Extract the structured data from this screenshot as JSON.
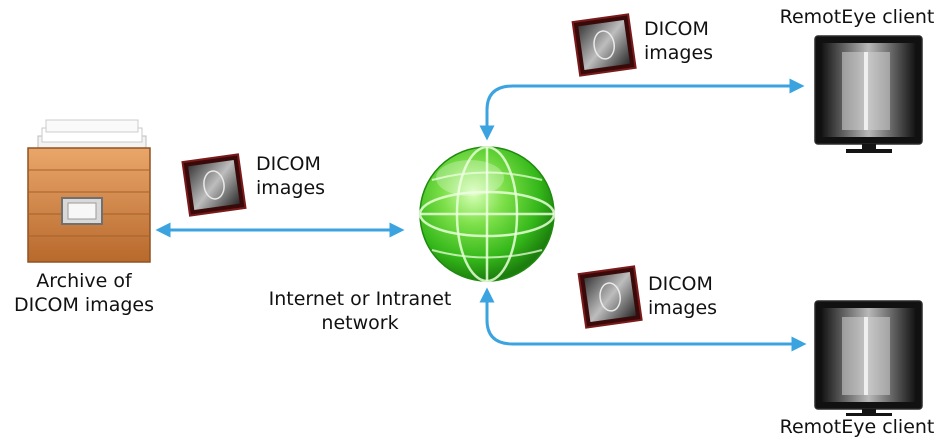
{
  "archive": {
    "label_line1": "Archive of",
    "label_line2": "DICOM images"
  },
  "network": {
    "label_line1": "Internet or Intranet",
    "label_line2": "network"
  },
  "transfers": {
    "left": {
      "line1": "DICOM",
      "line2": "images"
    },
    "top_right": {
      "line1": "DICOM",
      "line2": "images"
    },
    "bottom_right": {
      "line1": "DICOM",
      "line2": "images"
    }
  },
  "clients": {
    "top": {
      "label": "RemotEye client"
    },
    "bottom": {
      "label": "RemotEye client"
    }
  },
  "colors": {
    "arrow": "#3ba3e0",
    "globe": "#42c91e",
    "archive_wood": "#d58a4a"
  },
  "icons": {
    "archive": "file-drawer-icon",
    "network": "globe-icon",
    "dicom": "xray-thumbnail-icon",
    "client": "monitor-icon"
  }
}
